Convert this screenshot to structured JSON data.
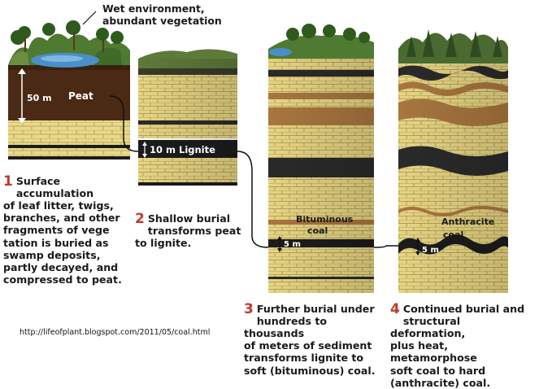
{
  "header": {
    "line1": "Wet environment,",
    "line2": "abundant vegetation"
  },
  "stage1": {
    "thickness": "50 m",
    "material": "Peat",
    "number": "1",
    "caption": [
      "Surface accumulation",
      "of leaf litter, twigs,",
      "branches, and other",
      "fragments of vege",
      "tation is buried as",
      "swamp deposits,",
      "partly decayed, and",
      "compressed to peat."
    ]
  },
  "stage2": {
    "label": "10 m  Lignite",
    "number": "2",
    "caption": [
      "Shallow burial",
      "transforms peat",
      "to lignite."
    ]
  },
  "stage3": {
    "material_line1": "Bituminous",
    "material_line2": "coal",
    "thickness": "5 m",
    "number": "3",
    "caption": [
      "Further burial under",
      "hundreds to thousands",
      "of meters of sediment",
      "transforms lignite to",
      "soft (bituminous) coal."
    ]
  },
  "stage4": {
    "material_line1": "Anthracite",
    "material_line2": "coal",
    "thickness": "5 m",
    "number": "4",
    "caption": [
      "Continued burial and",
      "structural deformation,",
      "plus heat, metamorphose",
      "soft coal to hard",
      "(anthracite) coal."
    ]
  },
  "source": "http://lifeofplant.blogspot.com/2011/05/coal.html",
  "colors": {
    "sandstone": "#e8d98a",
    "peat": "#4a2a14",
    "coal": "#1c1c1c",
    "brown_band": "#a8763f",
    "grass": "#5d7a3a",
    "water": "#4a8fc8",
    "caption_number": "#c0392b"
  }
}
